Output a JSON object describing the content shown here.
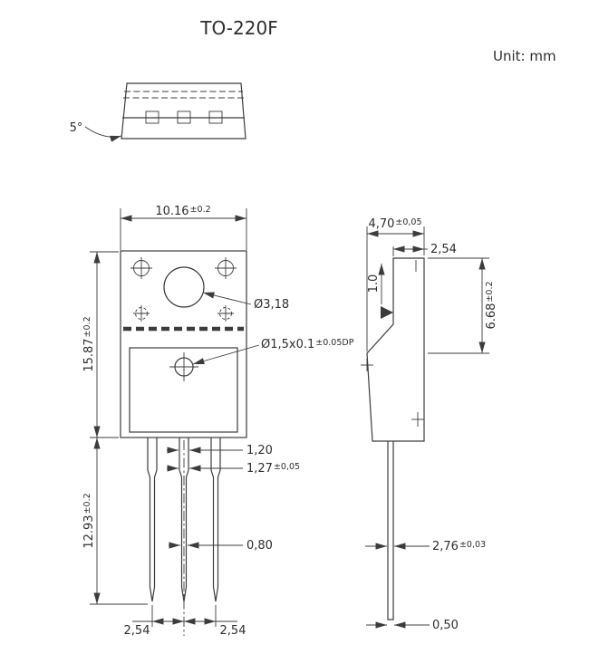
{
  "title": "TO-220F",
  "unit_label": "Unit: mm",
  "top_view": {
    "draft_angle": "5°"
  },
  "front_view": {
    "body_width": {
      "value": "10.16",
      "tol": "±0.2"
    },
    "body_height": {
      "value": "15.87",
      "tol": "±0.2"
    },
    "lead_length": {
      "value": "12.93",
      "tol": "±0.2"
    },
    "mounting_hole_diameter": "Ø3,18",
    "boss_dimension": {
      "value": "Ø1,5x0.1",
      "tol": "±0.05DP"
    },
    "lead_width_shoulder": "1,20",
    "lead_shoulder_width": {
      "value": "1,27",
      "tol": "±0,05"
    },
    "lead_width_tip": "0,80",
    "lead_pitch_left": "2,54",
    "lead_pitch_right": "2,54"
  },
  "side_view": {
    "body_thickness": {
      "value": "4,70",
      "tol": "±0,05"
    },
    "tab_thickness": "2,54",
    "top_step": "1.0",
    "tab_height": {
      "value": "6.68",
      "tol": "±0.2"
    },
    "lead_to_back_face": {
      "value": "2,76",
      "tol": "±0,03"
    },
    "lead_thickness": "0,50"
  }
}
